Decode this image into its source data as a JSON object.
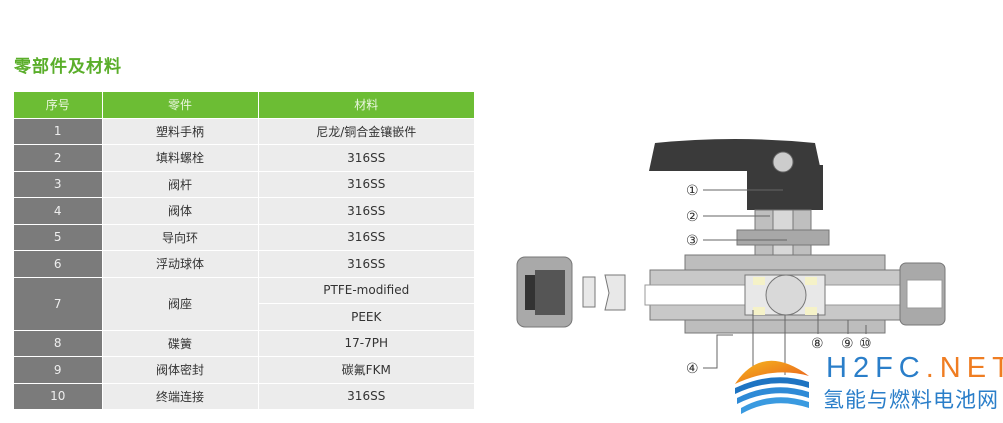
{
  "title": "零部件及材料",
  "table": {
    "headers": [
      "序号",
      "零件",
      "材料"
    ],
    "rows": [
      {
        "no": "1",
        "part": "塑料手柄",
        "material": "尼龙/铜合金镶嵌件"
      },
      {
        "no": "2",
        "part": "填料螺栓",
        "material": "316SS"
      },
      {
        "no": "3",
        "part": "阀杆",
        "material": "316SS"
      },
      {
        "no": "4",
        "part": "阀体",
        "material": "316SS"
      },
      {
        "no": "5",
        "part": "导向环",
        "material": "316SS"
      },
      {
        "no": "6",
        "part": "浮动球体",
        "material": "316SS"
      },
      {
        "no": "7",
        "part": "阀座",
        "material": "PTFE-modified",
        "material2": "PEEK"
      },
      {
        "no": "8",
        "part": "碟簧",
        "material": "17-7PH"
      },
      {
        "no": "9",
        "part": "阀体密封",
        "material": "碳氟FKM"
      },
      {
        "no": "10",
        "part": "终端连接",
        "material": "316SS"
      }
    ]
  },
  "callouts": [
    "①",
    "②",
    "③",
    "④",
    "⑧",
    "⑨",
    "⑩"
  ],
  "watermark": {
    "en_main": "H2FC",
    "en_suffix": ".NET",
    "cn": "氢能与燃料电池网"
  }
}
